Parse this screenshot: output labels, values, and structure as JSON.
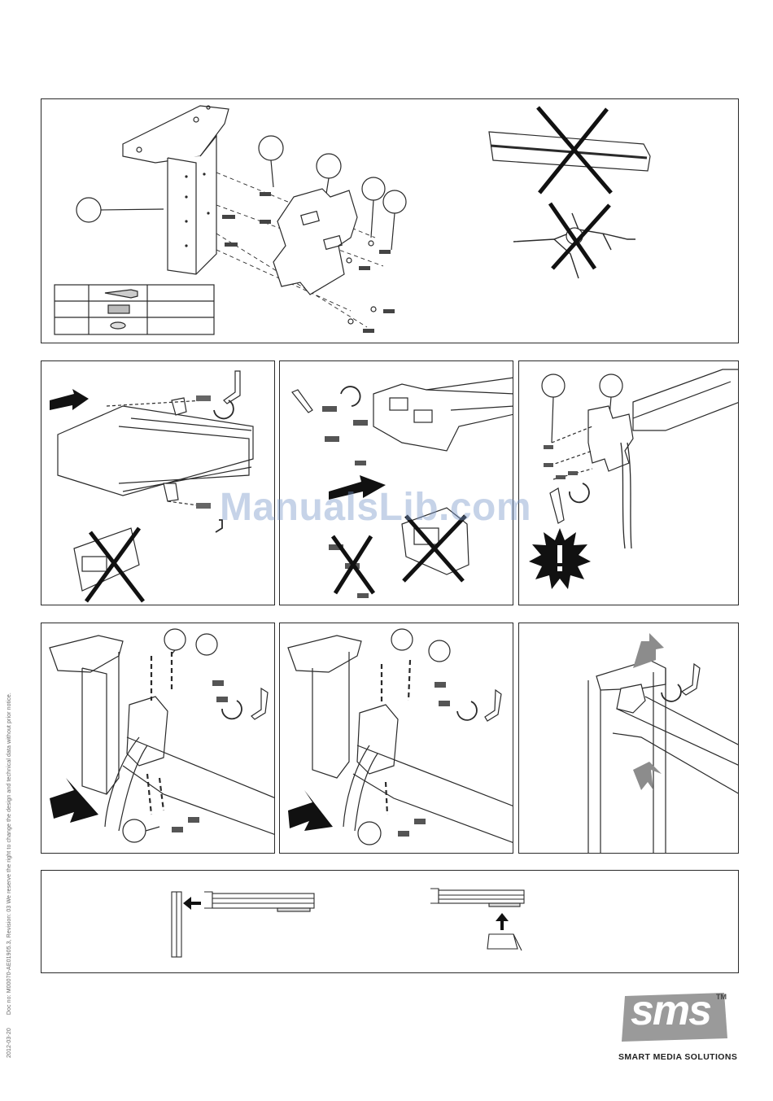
{
  "side_note": {
    "date": "2012-03-20",
    "doc": "Doc no: M00070-AE01905.3, Revision: 03 We reserve the right to change the design and technical data without prior notice."
  },
  "watermark": "ManualsLib.com",
  "logo": {
    "mark": "sms",
    "tm": "TM",
    "tagline": "SMART MEDIA SOLUTIONS"
  },
  "colors": {
    "line": "#2a2a2a",
    "arrow_dark": "#111111",
    "arrow_grey": "#8c8c8c",
    "logo_grey": "#9a9a9a",
    "watermark": "#7896c8"
  }
}
